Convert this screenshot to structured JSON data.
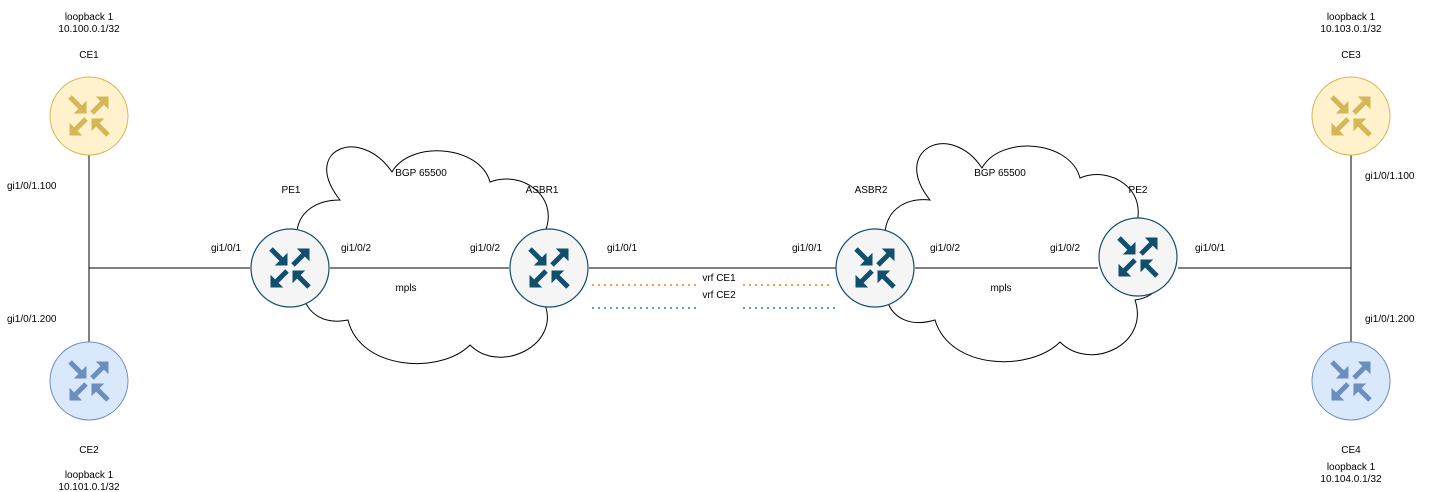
{
  "diagram": {
    "colors": {
      "line": "#000000",
      "cloud_stroke": "#000000",
      "ce_yellow_fill": "#fff2cc",
      "ce_yellow_stroke": "#d6b656",
      "ce_yellow_arrow": "#d6b656",
      "ce_blue_fill": "#dae8fc",
      "ce_blue_stroke": "#6c8ebf",
      "ce_blue_arrow": "#6c8ebf",
      "pe_fill": "#f5f5f5",
      "pe_stroke": "#10506e",
      "pe_arrow": "#10506e",
      "vrf_ce1": "#f4a14b",
      "vrf_ce2": "#5b9bd5"
    },
    "nodes": {
      "ce1": {
        "name": "CE1",
        "loopback_label": "loopback 1",
        "loopback_ip": "10.100.0.1/32",
        "icon": "router-icon"
      },
      "ce2": {
        "name": "CE2",
        "loopback_label": "loopback 1",
        "loopback_ip": "10.101.0.1/32",
        "icon": "router-icon"
      },
      "ce3": {
        "name": "CE3",
        "loopback_label": "loopback 1",
        "loopback_ip": "10.103.0.1/32",
        "icon": "router-icon"
      },
      "ce4": {
        "name": "CE4",
        "loopback_label": "loopback 1",
        "loopback_ip": "10.104.0.1/32",
        "icon": "router-icon"
      },
      "pe1": {
        "name": "PE1",
        "icon": "router-icon"
      },
      "asbr1": {
        "name": "ASBR1",
        "icon": "router-icon"
      },
      "asbr2": {
        "name": "ASBR2",
        "icon": "router-icon"
      },
      "pe2": {
        "name": "PE2",
        "icon": "router-icon"
      }
    },
    "clouds": {
      "left": {
        "as_label": "BGP 65500",
        "transport_label": "mpls"
      },
      "right": {
        "as_label": "BGP 65500",
        "transport_label": "mpls"
      }
    },
    "interfaces": {
      "ce1_sub": "gi1/0/1.100",
      "ce2_sub": "gi1/0/1.200",
      "pe1_left": "gi1/0/1",
      "pe1_right": "gi1/0/2",
      "asbr1_left": "gi1/0/2",
      "asbr1_right": "gi1/0/1",
      "asbr2_left": "gi1/0/1",
      "asbr2_right": "gi1/0/2",
      "pe2_left": "gi1/0/2",
      "pe2_right": "gi1/0/1",
      "ce3_sub": "gi1/0/1.100",
      "ce4_sub": "gi1/0/1.200"
    },
    "vrf_links": {
      "ce1": "vrf CE1",
      "ce2": "vrf CE2"
    }
  }
}
